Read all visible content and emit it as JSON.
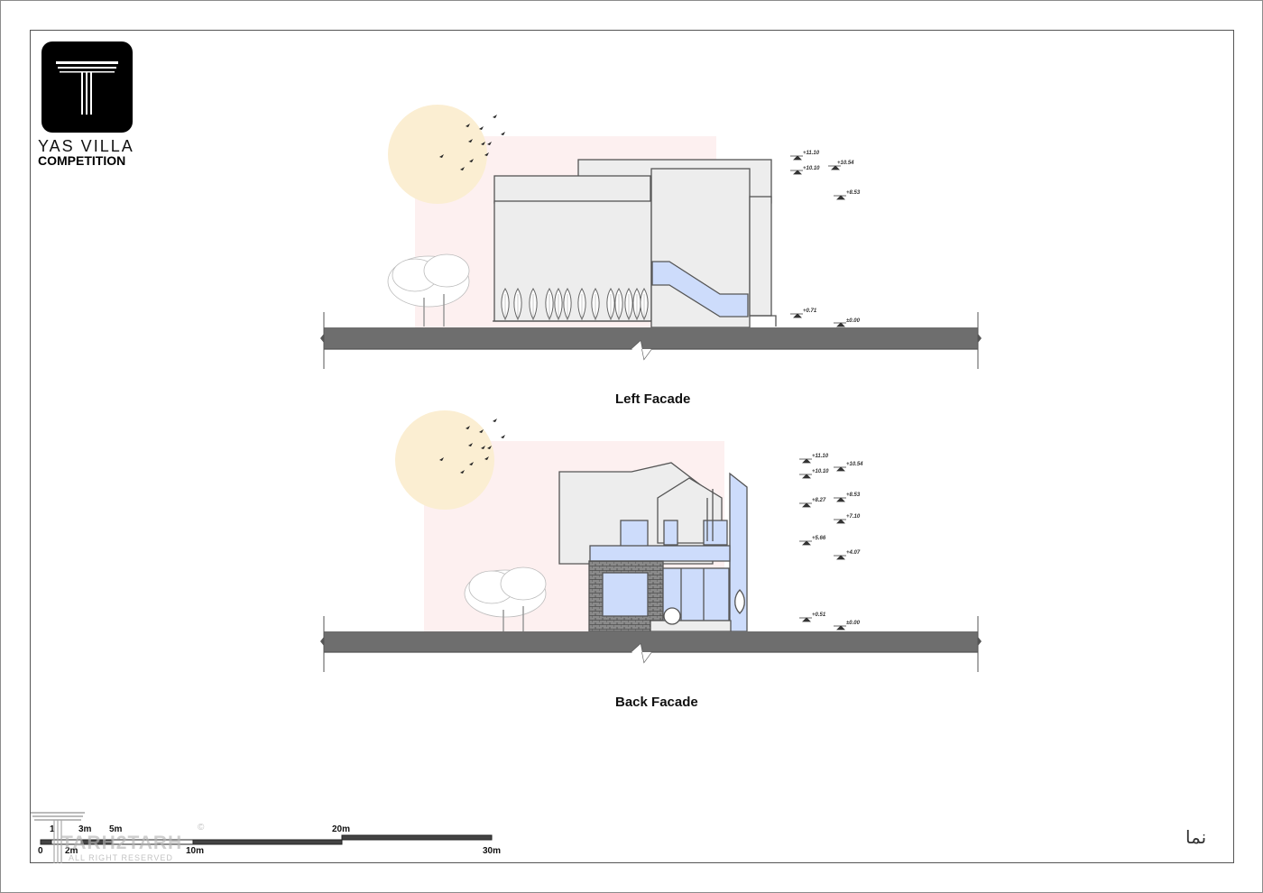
{
  "logo": {
    "title": "YAS VILLA",
    "subtitle": "COMPETITION",
    "mark": "tarh2tarh-column-logo"
  },
  "facades": [
    {
      "title": "Left Facade",
      "levels_left": [
        "+11.10",
        "+10.10",
        "+0.71"
      ],
      "levels_right": [
        "+10.54",
        "+8.53",
        "±0.00"
      ]
    },
    {
      "title": "Back Facade",
      "levels_left": [
        "+11.10",
        "+10.10",
        "+8.27",
        "+5.66",
        "+0.51"
      ],
      "levels_right": [
        "+10.54",
        "+8.53",
        "+7.10",
        "+4.07",
        "±0.00"
      ]
    }
  ],
  "scale_bar": {
    "top_labels": [
      "1",
      "3m",
      "5m",
      "20m"
    ],
    "bottom_labels": [
      "0",
      "2m",
      "10m",
      "30m"
    ]
  },
  "watermark": {
    "brand": "TARH2TARH",
    "rights": "ALL RIGHT RESERVED",
    "copyright": "©"
  },
  "signature": "نما",
  "colors": {
    "sun": "#fbeed2",
    "pink_backdrop": "#fdf0f0",
    "glass": "#cddcfb",
    "wall": "#ededed",
    "ground": "#6e6e6e",
    "line": "#555555"
  }
}
